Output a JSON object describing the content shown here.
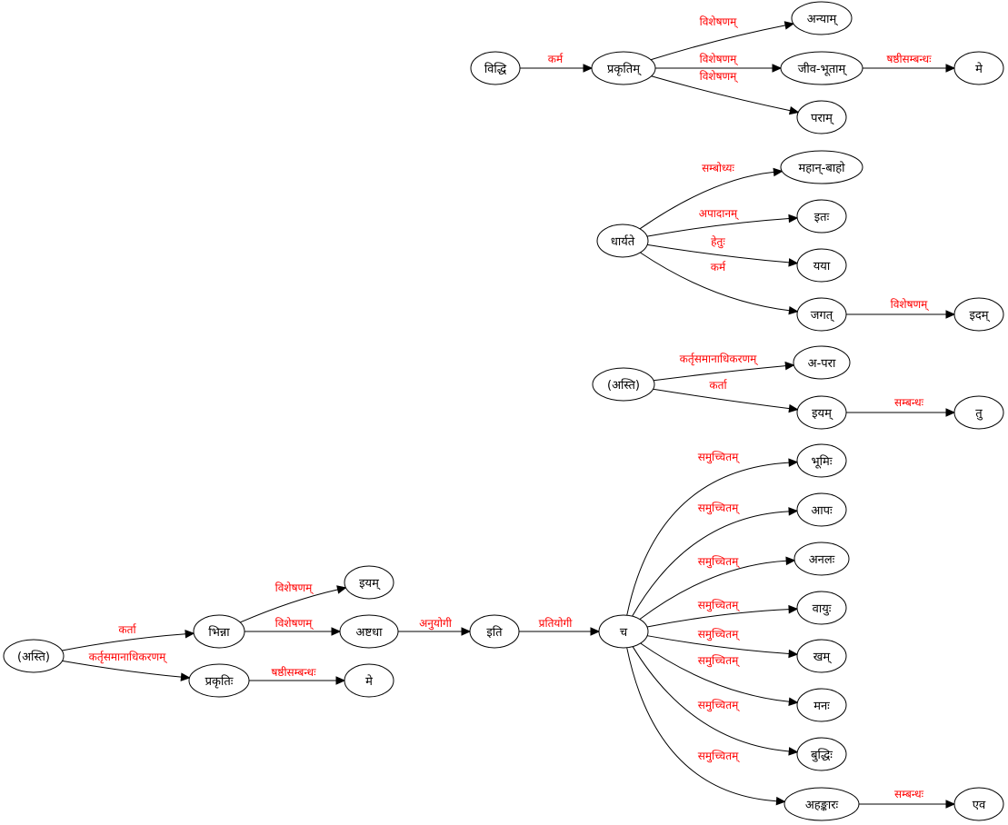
{
  "colors": {
    "edge_label": "#ff0000",
    "node_stroke": "#000000",
    "edge_stroke": "#000000",
    "background": "#ffffff"
  },
  "nodes": [
    {
      "id": "viddhi",
      "label": "विद्धि"
    },
    {
      "id": "prakritim",
      "label": "प्रकृतिम्"
    },
    {
      "id": "anyam",
      "label": "अन्याम्"
    },
    {
      "id": "jivabhutam",
      "label": "जीव-भूताम्"
    },
    {
      "id": "me1",
      "label": "मे"
    },
    {
      "id": "param",
      "label": "पराम्"
    },
    {
      "id": "dharyate",
      "label": "धार्यते"
    },
    {
      "id": "mahanbaho",
      "label": "महान्-बाहो"
    },
    {
      "id": "itah",
      "label": "इतः"
    },
    {
      "id": "yaya",
      "label": "यया"
    },
    {
      "id": "jagat",
      "label": "जगत्"
    },
    {
      "id": "idam",
      "label": "इदम्"
    },
    {
      "id": "asti1",
      "label": "(अस्ति)"
    },
    {
      "id": "apara",
      "label": "अ-परा"
    },
    {
      "id": "iyam1",
      "label": "इयम्"
    },
    {
      "id": "tu",
      "label": "तु"
    },
    {
      "id": "asti2",
      "label": "(अस्ति)"
    },
    {
      "id": "bhinna",
      "label": "भिन्ना"
    },
    {
      "id": "iyam2",
      "label": "इयम्"
    },
    {
      "id": "ashtadha",
      "label": "अष्टधा"
    },
    {
      "id": "prakritih",
      "label": "प्रकृतिः"
    },
    {
      "id": "me2",
      "label": "मे"
    },
    {
      "id": "iti",
      "label": "इति"
    },
    {
      "id": "ca",
      "label": "च"
    },
    {
      "id": "bhumih",
      "label": "भूमिः"
    },
    {
      "id": "apah",
      "label": "आपः"
    },
    {
      "id": "analah",
      "label": "अनलः"
    },
    {
      "id": "vayuh",
      "label": "वायुः"
    },
    {
      "id": "kham",
      "label": "खम्"
    },
    {
      "id": "manah",
      "label": "मनः"
    },
    {
      "id": "buddhih",
      "label": "बुद्धिः"
    },
    {
      "id": "ahankarah",
      "label": "अहङ्कारः"
    },
    {
      "id": "eva",
      "label": "एव"
    }
  ],
  "edges": [
    {
      "from": "viddhi",
      "to": "prakritim",
      "label": "कर्म"
    },
    {
      "from": "prakritim",
      "to": "anyam",
      "label": "विशेषणम्"
    },
    {
      "from": "prakritim",
      "to": "jivabhutam",
      "label": "विशेषणम्"
    },
    {
      "from": "prakritim",
      "to": "param",
      "label": "विशेषणम्"
    },
    {
      "from": "jivabhutam",
      "to": "me1",
      "label": "षष्ठीसम्बन्धः"
    },
    {
      "from": "dharyate",
      "to": "mahanbaho",
      "label": "सम्बोध्यः"
    },
    {
      "from": "dharyate",
      "to": "itah",
      "label": "अपादानम्"
    },
    {
      "from": "dharyate",
      "to": "yaya",
      "label": "हेतुः"
    },
    {
      "from": "dharyate",
      "to": "jagat",
      "label": "कर्म"
    },
    {
      "from": "jagat",
      "to": "idam",
      "label": "विशेषणम्"
    },
    {
      "from": "asti1",
      "to": "apara",
      "label": "कर्तृसमानाधिकरणम्"
    },
    {
      "from": "asti1",
      "to": "iyam1",
      "label": "कर्ता"
    },
    {
      "from": "iyam1",
      "to": "tu",
      "label": "सम्बन्धः"
    },
    {
      "from": "asti2",
      "to": "bhinna",
      "label": "कर्ता"
    },
    {
      "from": "asti2",
      "to": "prakritih",
      "label": "कर्तृसमानाधिकरणम्"
    },
    {
      "from": "bhinna",
      "to": "iyam2",
      "label": "विशेषणम्"
    },
    {
      "from": "bhinna",
      "to": "ashtadha",
      "label": "विशेषणम्"
    },
    {
      "from": "prakritih",
      "to": "me2",
      "label": "षष्ठीसम्बन्धः"
    },
    {
      "from": "ashtadha",
      "to": "iti",
      "label": "अनुयोगी"
    },
    {
      "from": "iti",
      "to": "ca",
      "label": "प्रतियोगी"
    },
    {
      "from": "ca",
      "to": "bhumih",
      "label": "समुच्चितम्"
    },
    {
      "from": "ca",
      "to": "apah",
      "label": "समुच्चितम्"
    },
    {
      "from": "ca",
      "to": "analah",
      "label": "समुच्चितम्"
    },
    {
      "from": "ca",
      "to": "vayuh",
      "label": "समुच्चितम्"
    },
    {
      "from": "ca",
      "to": "kham",
      "label": "समुच्चितम्"
    },
    {
      "from": "ca",
      "to": "manah",
      "label": "समुच्चितम्"
    },
    {
      "from": "ca",
      "to": "buddhih",
      "label": "समुच्चितम्"
    },
    {
      "from": "ca",
      "to": "ahankarah",
      "label": "समुच्चितम्"
    },
    {
      "from": "ahankarah",
      "to": "eva",
      "label": "सम्बन्धः"
    }
  ]
}
